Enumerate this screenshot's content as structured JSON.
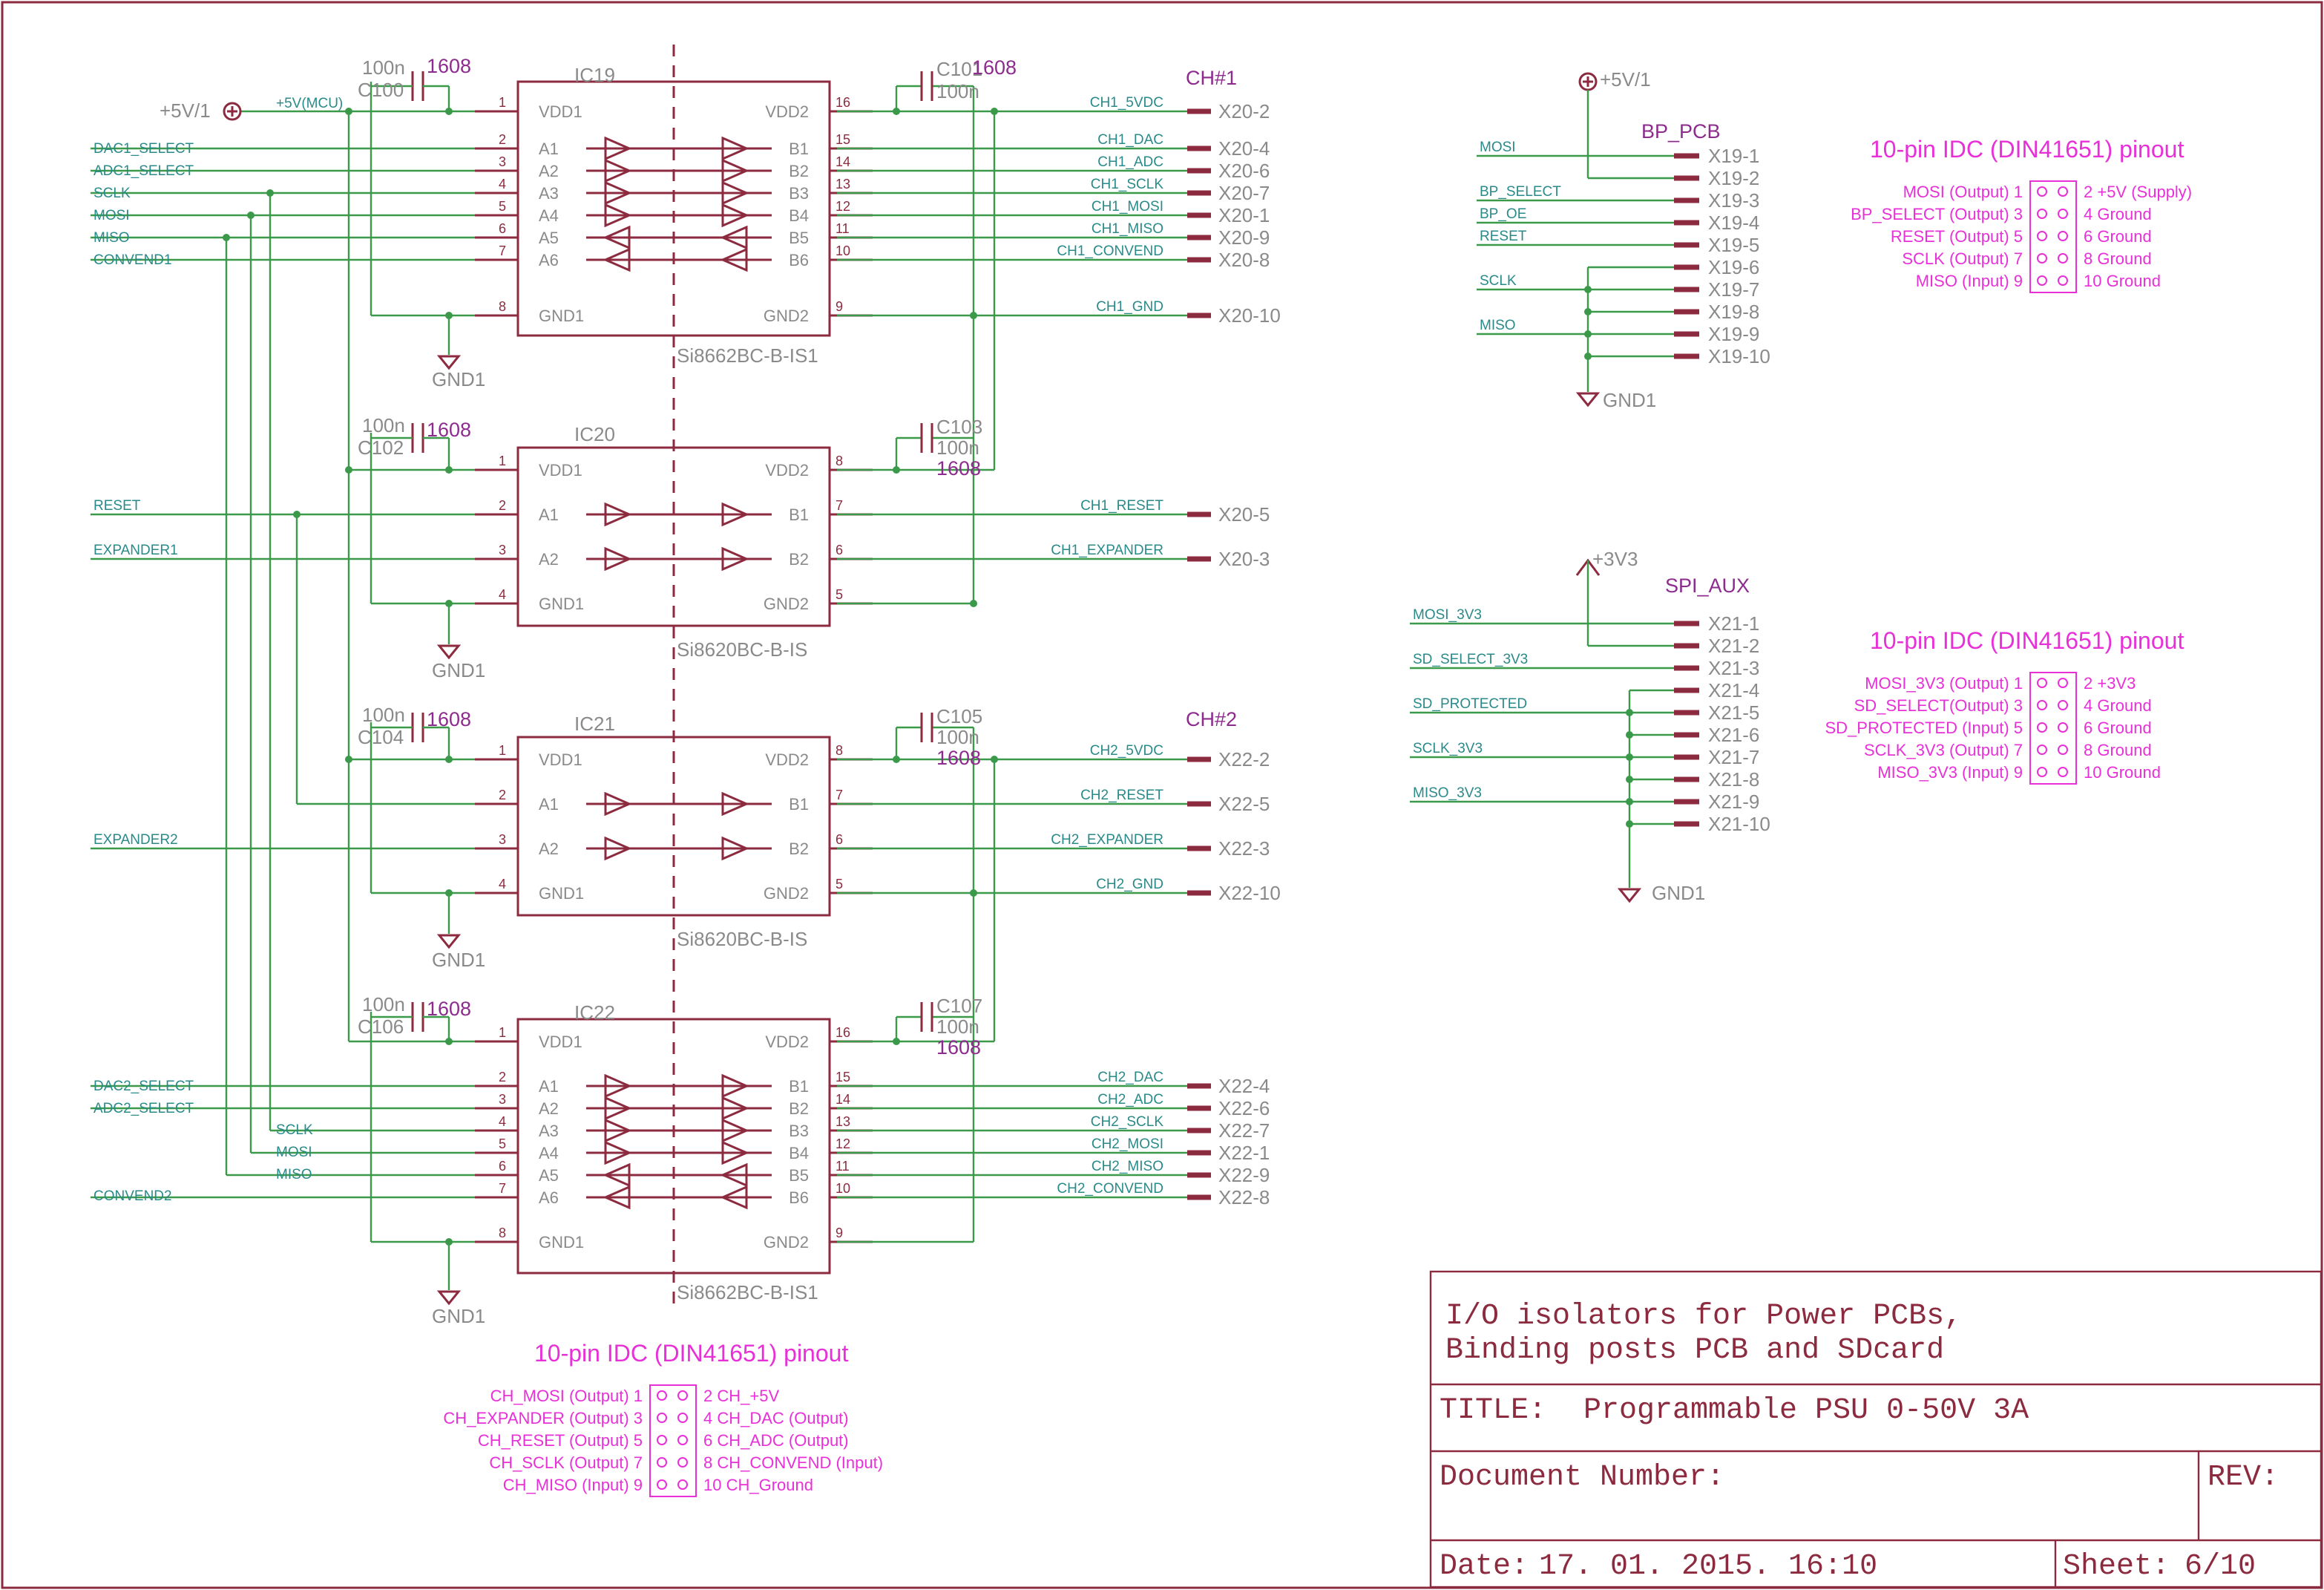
{
  "supplies": {
    "p5v1": "+5V/1",
    "p5v_mcu": "+5V(MCU)",
    "p3v3": "+3V3",
    "gnd1": "GND1"
  },
  "channels": {
    "ch1": "CH#1",
    "ch2": "CH#2"
  },
  "ic19": {
    "name": "IC19",
    "part": "Si8662BC-B-IS1",
    "cap": "C100",
    "cap_out": "C101",
    "left_pins": [
      {
        "num": "1",
        "name": "VDD1"
      },
      {
        "num": "2",
        "name": "A1"
      },
      {
        "num": "3",
        "name": "A2"
      },
      {
        "num": "4",
        "name": "A3"
      },
      {
        "num": "5",
        "name": "A4"
      },
      {
        "num": "6",
        "name": "A5"
      },
      {
        "num": "7",
        "name": "A6"
      },
      {
        "num": "8",
        "name": "GND1"
      }
    ],
    "right_pins": [
      {
        "num": "16",
        "name": "VDD2"
      },
      {
        "num": "15",
        "name": "B1"
      },
      {
        "num": "14",
        "name": "B2"
      },
      {
        "num": "13",
        "name": "B3"
      },
      {
        "num": "12",
        "name": "B4"
      },
      {
        "num": "11",
        "name": "B5"
      },
      {
        "num": "10",
        "name": "B6"
      },
      {
        "num": "9",
        "name": "GND2"
      }
    ],
    "in_nets": [
      "DAC1_SELECT",
      "ADC1_SELECT",
      "SCLK",
      "MOSI",
      "MISO",
      "CONVEND1"
    ],
    "out_nets": [
      "CH1_5VDC",
      "CH1_DAC",
      "CH1_ADC",
      "CH1_SCLK",
      "CH1_MOSI",
      "CH1_MISO",
      "CH1_CONVEND",
      "CH1_GND"
    ],
    "connectors": [
      "X20-2",
      "X20-4",
      "X20-6",
      "X20-7",
      "X20-1",
      "X20-9",
      "X20-8",
      "X20-10"
    ]
  },
  "ic20": {
    "name": "IC20",
    "part": "Si8620BC-B-IS",
    "cap": "C102",
    "cap_out": "C103",
    "left_pins": [
      {
        "num": "1",
        "name": "VDD1"
      },
      {
        "num": "2",
        "name": "A1"
      },
      {
        "num": "3",
        "name": "A2"
      },
      {
        "num": "4",
        "name": "GND1"
      }
    ],
    "right_pins": [
      {
        "num": "8",
        "name": "VDD2"
      },
      {
        "num": "7",
        "name": "B1"
      },
      {
        "num": "6",
        "name": "B2"
      },
      {
        "num": "5",
        "name": "GND2"
      }
    ],
    "in_nets": [
      "RESET",
      "EXPANDER1"
    ],
    "out_nets": [
      "CH1_RESET",
      "CH1_EXPANDER"
    ],
    "connectors": [
      "X20-5",
      "X20-3"
    ]
  },
  "ic21": {
    "name": "IC21",
    "part": "Si8620BC-B-IS",
    "cap": "C104",
    "cap_out": "C105",
    "left_pins": [
      {
        "num": "1",
        "name": "VDD1"
      },
      {
        "num": "2",
        "name": "A1"
      },
      {
        "num": "3",
        "name": "A2"
      },
      {
        "num": "4",
        "name": "GND1"
      }
    ],
    "right_pins": [
      {
        "num": "8",
        "name": "VDD2"
      },
      {
        "num": "7",
        "name": "B1"
      },
      {
        "num": "6",
        "name": "B2"
      },
      {
        "num": "5",
        "name": "GND2"
      }
    ],
    "in_nets": [
      "EXPANDER2"
    ],
    "out_nets": [
      "CH2_5VDC",
      "CH2_RESET",
      "CH2_EXPANDER",
      "CH2_GND"
    ],
    "connectors": [
      "X22-2",
      "X22-5",
      "X22-3",
      "X22-10"
    ]
  },
  "ic22": {
    "name": "IC22",
    "part": "Si8662BC-B-IS1",
    "cap": "C106",
    "cap_out": "C107",
    "left_pins": [
      {
        "num": "1",
        "name": "VDD1"
      },
      {
        "num": "2",
        "name": "A1"
      },
      {
        "num": "3",
        "name": "A2"
      },
      {
        "num": "4",
        "name": "A3"
      },
      {
        "num": "5",
        "name": "A4"
      },
      {
        "num": "6",
        "name": "A5"
      },
      {
        "num": "7",
        "name": "A6"
      },
      {
        "num": "8",
        "name": "GND1"
      }
    ],
    "right_pins": [
      {
        "num": "16",
        "name": "VDD2"
      },
      {
        "num": "15",
        "name": "B1"
      },
      {
        "num": "14",
        "name": "B2"
      },
      {
        "num": "13",
        "name": "B3"
      },
      {
        "num": "12",
        "name": "B4"
      },
      {
        "num": "11",
        "name": "B5"
      },
      {
        "num": "10",
        "name": "B6"
      },
      {
        "num": "9",
        "name": "GND2"
      }
    ],
    "in_nets": [
      "DAC2_SELECT",
      "ADC2_SELECT",
      "SCLK",
      "MOSI",
      "MISO",
      "CONVEND2"
    ],
    "out_nets": [
      "CH2_DAC",
      "CH2_ADC",
      "CH2_SCLK",
      "CH2_MOSI",
      "CH2_MISO",
      "CH2_CONVEND"
    ],
    "connectors": [
      "X22-4",
      "X22-6",
      "X22-7",
      "X22-1",
      "X22-9",
      "X22-8"
    ]
  },
  "cap_value": "100n",
  "cap_package": "1608",
  "bp_pcb": {
    "title": "BP_PCB",
    "nets": [
      "MOSI",
      "BP_SELECT",
      "BP_OE",
      "RESET",
      "SCLK",
      "MISO"
    ],
    "pins": [
      "X19-1",
      "X19-2",
      "X19-3",
      "X19-4",
      "X19-5",
      "X19-6",
      "X19-7",
      "X19-8",
      "X19-9",
      "X19-10"
    ]
  },
  "spi_aux": {
    "title": "SPI_AUX",
    "nets": [
      "MOSI_3V3",
      "SD_SELECT_3V3",
      "SD_PROTECTED",
      "SCLK_3V3",
      "MISO_3V3"
    ],
    "pins": [
      "X21-1",
      "X21-2",
      "X21-3",
      "X21-4",
      "X21-5",
      "X21-6",
      "X21-7",
      "X21-8",
      "X21-9",
      "X21-10"
    ]
  },
  "pinout1": {
    "title": "10-pin IDC (DIN41651) pinout",
    "left": [
      "MOSI (Output) 1",
      "BP_SELECT (Output) 3",
      "RESET (Output) 5",
      "SCLK (Output) 7",
      "MISO (Input) 9"
    ],
    "right": [
      "2 +5V (Supply)",
      "4 Ground",
      "6 Ground",
      "8 Ground",
      "10 Ground"
    ]
  },
  "pinout2": {
    "title": "10-pin IDC (DIN41651) pinout",
    "left": [
      "MOSI_3V3 (Output) 1",
      "SD_SELECT(Output) 3",
      "SD_PROTECTED (Input) 5",
      "SCLK_3V3 (Output) 7",
      "MISO_3V3 (Input) 9"
    ],
    "right": [
      "2 +3V3",
      "4 Ground",
      "6 Ground",
      "8 Ground",
      "10 Ground"
    ]
  },
  "pinout3": {
    "title": "10-pin IDC (DIN41651) pinout",
    "left": [
      "CH_MOSI (Output) 1",
      "CH_EXPANDER (Output) 3",
      "CH_RESET (Output) 5",
      "CH_SCLK (Output) 7",
      "CH_MISO (Input) 9"
    ],
    "right": [
      "2 CH_+5V",
      "4 CH_DAC (Output)",
      "6 CH_ADC (Output)",
      "8 CH_CONVEND (Input)",
      "10 CH_Ground"
    ]
  },
  "title_block": {
    "description_1": "I/O isolators  for Power PCBs,",
    "description_2": "Binding posts PCB and SDcard",
    "title_label": "TITLE:",
    "title": "Programmable PSU 0-50V 3A",
    "docnum_label": "Document Number:",
    "rev_label": "REV:",
    "date_label": "Date:",
    "date": "17. 01. 2015. 16:10",
    "sheet_label": "Sheet:",
    "sheet": "6/10"
  }
}
